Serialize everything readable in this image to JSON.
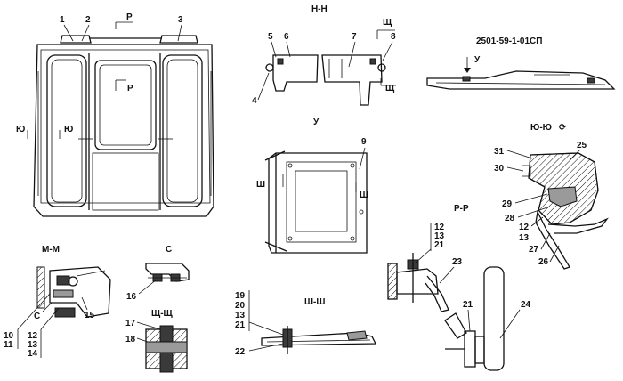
{
  "drawing_code": "2501-59-1-01СП",
  "views": {
    "main": {
      "section_marks": {
        "p_top": "Р",
        "p_mid": "Р",
        "yu_left": "Ю",
        "yu_right": "Ю"
      },
      "callouts": [
        "1",
        "2",
        "3"
      ]
    },
    "nn": {
      "title": "Н-Н",
      "callouts": [
        "5",
        "6",
        "7",
        "8",
        "4"
      ],
      "mark_shch_top": "Щ",
      "mark_shch_bottom": "Щ"
    },
    "code_view": {
      "mark_u": "У"
    },
    "u": {
      "title": "У",
      "callouts": [
        "9"
      ],
      "mark_sh_left": "Ш",
      "mark_sh_right": "Ш"
    },
    "yuyu": {
      "title": "Ю-Ю",
      "rotate_symbol": "⟳",
      "callouts": [
        "31",
        "25",
        "30",
        "29",
        "28",
        "12",
        "13",
        "27",
        "26"
      ]
    },
    "mm": {
      "title": "М-М",
      "mark_c": "С",
      "callouts": [
        "10",
        "11",
        "12",
        "13",
        "14",
        "15"
      ]
    },
    "c": {
      "title": "С",
      "callouts": [
        "16"
      ]
    },
    "shchshch": {
      "title": "Щ-Щ",
      "callouts": [
        "17",
        "18"
      ]
    },
    "shsh": {
      "title": "Ш-Ш",
      "callouts": [
        "19",
        "20",
        "13",
        "21",
        "22"
      ]
    },
    "pp": {
      "title": "Р-Р",
      "callouts": [
        "12",
        "13",
        "21",
        "23"
      ]
    },
    "detail": {
      "callouts": [
        "21",
        "24"
      ]
    }
  }
}
